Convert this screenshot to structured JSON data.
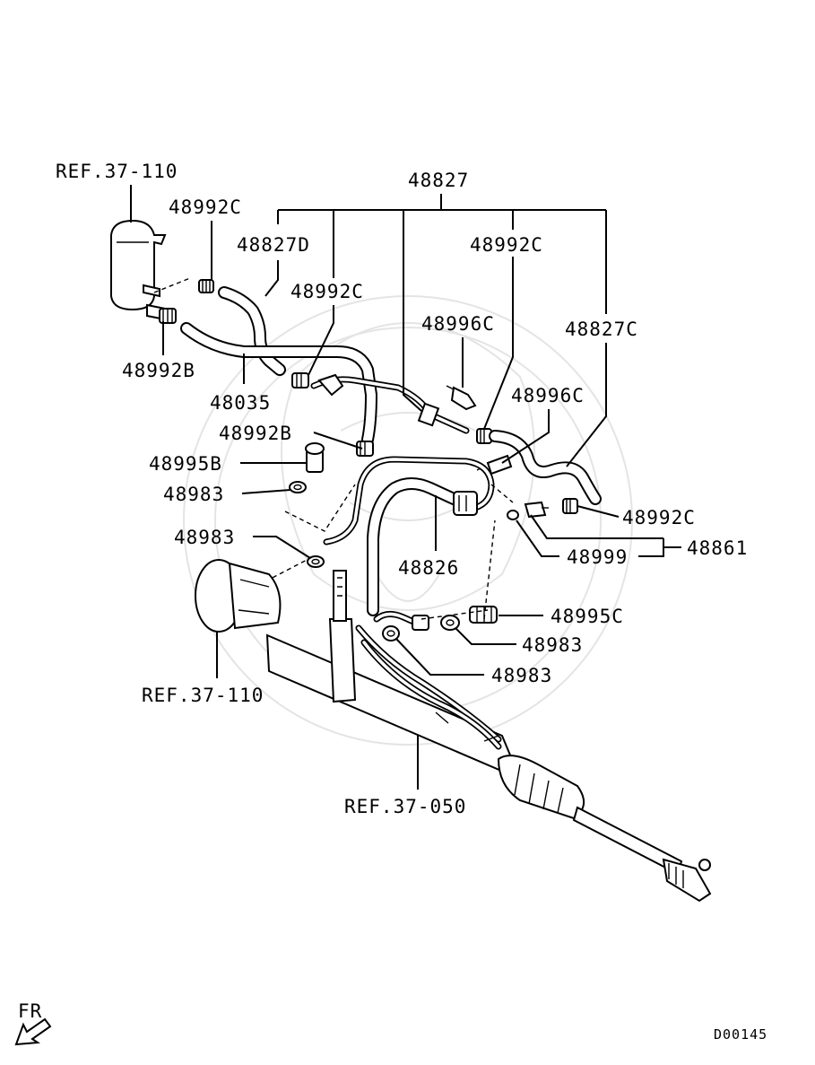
{
  "labels": {
    "ref_37_110_top": "REF.37-110",
    "p48827": "48827",
    "p48992c_a": "48992C",
    "p48827d": "48827D",
    "p48992c_b": "48992C",
    "p48992c_c": "48992C",
    "p48996c_a": "48996C",
    "p48827c": "48827C",
    "p48992b_a": "48992B",
    "p48035": "48035",
    "p48996c_b": "48996C",
    "p48992b_b": "48992B",
    "p48995b": "48995B",
    "p48983_a": "48983",
    "p48983_b": "48983",
    "p48826": "48826",
    "p48992c_d": "48992C",
    "p48861": "48861",
    "p48999": "48999",
    "p48995c": "48995C",
    "p48983_c": "48983",
    "p48983_d": "48983",
    "ref_37_110_bottom": "REF.37-110",
    "ref_37_050": "REF.37-050",
    "fr": "FR",
    "code": "D00145"
  }
}
